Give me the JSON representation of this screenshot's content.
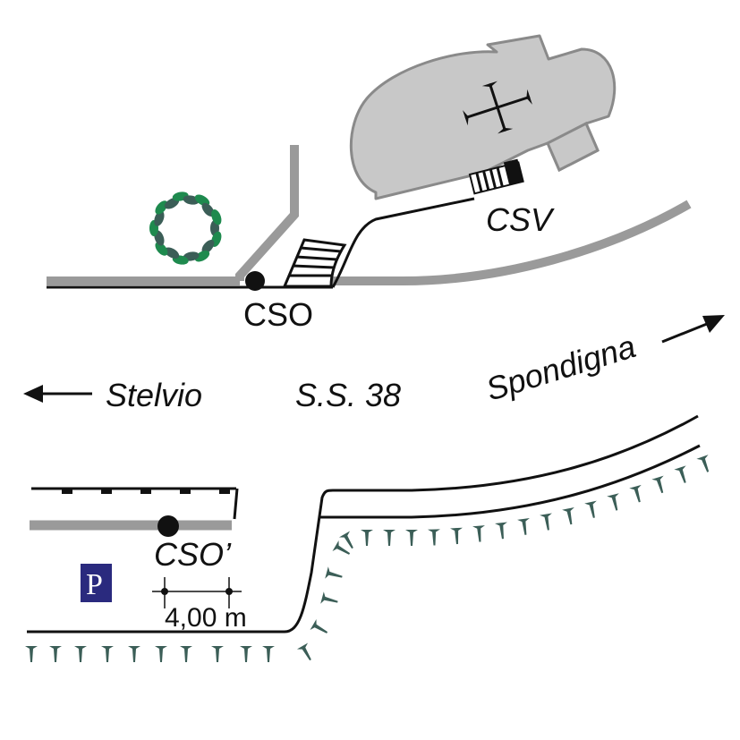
{
  "diagram": {
    "type": "site-map",
    "labels": {
      "cso": "CSO",
      "csv": "CSV",
      "cso_prime": "CSO’",
      "road": "S.S. 38",
      "west_direction": "Stelvio",
      "east_direction": "Spondigna",
      "scale": "4,00 m",
      "parking": "P"
    },
    "colors": {
      "building_fill": "#c8c8c8",
      "building_stroke": "#8a8a8a",
      "gray_road": "#9a9a9a",
      "line": "#111111",
      "tree_dark": "#3b5e57",
      "tree_light": "#1e8a4e",
      "slope_marks": "#3b5e57",
      "parking_bg": "#2a2a7e"
    },
    "icons": {
      "church_cross": "cross-icon",
      "tree": "tree-icon",
      "parking": "parking-icon",
      "west_arrow": "arrow-left-icon",
      "east_arrow": "arrow-up-right-icon"
    }
  }
}
